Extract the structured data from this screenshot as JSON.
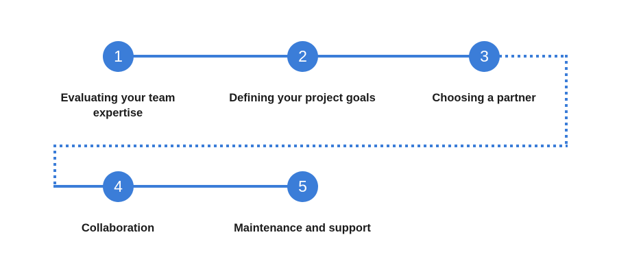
{
  "diagram": {
    "type": "process-flow",
    "title": "",
    "accent_color": "#3b7dd8",
    "text_color": "#1b1b1b",
    "background_color": "#ffffff",
    "steps": [
      {
        "number": "1",
        "label": "Evaluating your team\nexpertise",
        "row": 1
      },
      {
        "number": "2",
        "label": "Defining your project goals",
        "row": 1
      },
      {
        "number": "3",
        "label": "Choosing a partner",
        "row": 1
      },
      {
        "number": "4",
        "label": "Collaboration",
        "row": 2
      },
      {
        "number": "5",
        "label": "Maintenance and support",
        "row": 2
      }
    ],
    "connectors": {
      "solid": [
        {
          "from": "1",
          "to": "2"
        },
        {
          "from": "2",
          "to": "3"
        },
        {
          "from": "4",
          "to": "5"
        }
      ],
      "dotted": [
        {
          "from": "3",
          "to": "4",
          "style": "wrap-around"
        }
      ]
    }
  }
}
